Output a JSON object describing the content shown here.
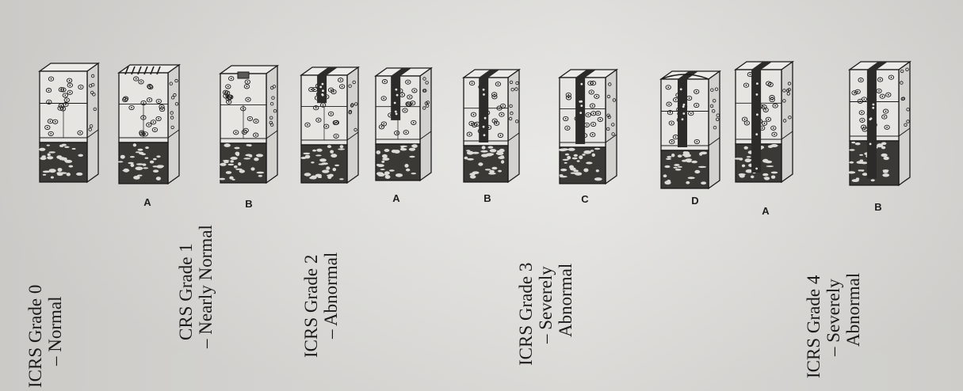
{
  "figure": {
    "sample_labels": [
      "A",
      "B",
      "A",
      "B",
      "C",
      "D",
      "A",
      "B"
    ],
    "grades": [
      {
        "line1": "ICRS Grade 0",
        "line2": "– Normal",
        "line3": ""
      },
      {
        "line1": "CRS Grade 1",
        "line2": "– Nearly Normal",
        "line3": ""
      },
      {
        "line1": "ICRS Grade 2",
        "line2": "– Abnormal",
        "line3": ""
      },
      {
        "line1": "ICRS Grade 3",
        "line2": "– Severely",
        "line3": "Abnormal"
      },
      {
        "line1": "ICRS Grade 4",
        "line2": "– Severely",
        "line3": "Abnormal"
      }
    ],
    "colors": {
      "ink": "#1a1a1a",
      "paper": "#dcdbd8"
    }
  }
}
